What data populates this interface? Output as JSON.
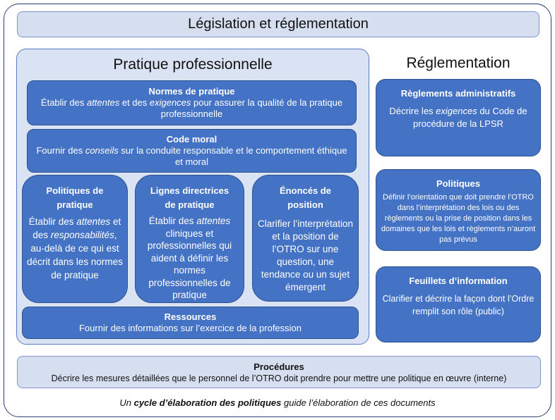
{
  "title": "Législation et réglementation",
  "pratique": {
    "heading": "Pratique professionnelle",
    "normes": {
      "title": "Normes de pratique",
      "pre": "Établir des ",
      "i1": "attentes",
      "mid": " et des ",
      "i2": "exigences",
      "post": " pour assurer la qualité de la pratique professionnelle"
    },
    "code": {
      "title": "Code moral",
      "pre": "Fournir des ",
      "i1": "conseils",
      "post": " sur la conduite responsable et le comportement éthique et moral"
    },
    "politiques_pratique": {
      "title": "Politiques de pratique",
      "pre": "Établir des ",
      "i1": "attentes",
      "mid": " et des ",
      "i2": "responsabilités",
      "post": ", au-delà de ce qui est décrit dans les normes de pratique"
    },
    "lignes": {
      "title": "Lignes directrices de pratique",
      "pre": "Établir des ",
      "i1": "attentes",
      "post": " cliniques et professionnelles qui aident à définir les normes professionnelles de pratique"
    },
    "enonces": {
      "title": "Énoncés de position",
      "text": "Clarifier l’interprétation et la position de l’OTRO sur une question, une tendance ou un sujet émergent"
    },
    "ressources": {
      "title": "Ressources",
      "text": "Fournir des informations sur l’exercice de la profession"
    }
  },
  "reglementation": {
    "heading": "Réglementation",
    "reglements": {
      "title": "Règlements administratifs",
      "pre": "Décrire les ",
      "i1": "exigences",
      "post": " du Code de procédure de la LPSR"
    },
    "politiques": {
      "title": "Politiques",
      "text": "Définir l’orientation que doit prendre l’OTRO dans l’interprétation des lois ou des règlements ou la prise de position dans les domaines que les lois et règlements n’auront pas prévus"
    },
    "feuillets": {
      "title": "Feuillets d’information",
      "text": "Clarifier et décrire la façon dont l’Ordre remplit son rôle (public)"
    }
  },
  "procedures": {
    "title": "Procédures",
    "text": "Décrire les mesures détaillées que le personnel de l’OTRO doit prendre pour mettre une politique en œuvre (interne)"
  },
  "footer": {
    "pre": "Un ",
    "bold": "cycle d’élaboration des politiques",
    "post": " guide l’élaboration de ces documents"
  },
  "colors": {
    "box": "#4472c4",
    "box_border": "#2f528f",
    "panel": "#dae3f3"
  }
}
